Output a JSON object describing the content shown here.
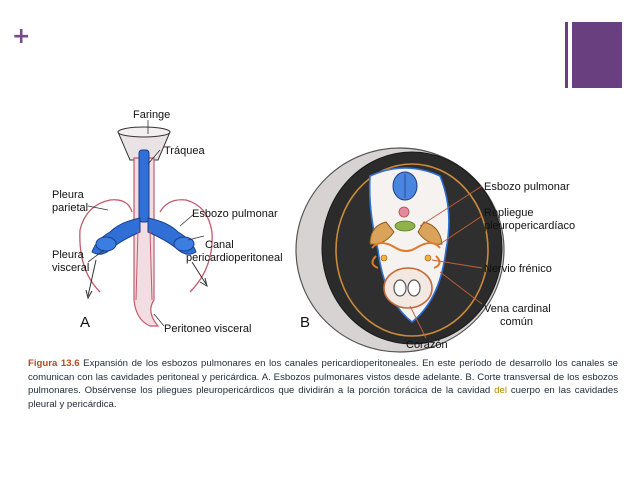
{
  "slide": {
    "plus_symbol": "+"
  },
  "labels": {
    "faringe": "Faringe",
    "traquea": "Tráquea",
    "pleura_parietal_1": "Pleura",
    "pleura_parietal_2": "parietal",
    "esbozo_pulmonar_a": "Esbozo pulmonar",
    "canal_1": "Canal",
    "canal_2": "pericardioperitoneal",
    "pleura_visceral_1": "Pleura",
    "pleura_visceral_2": "visceral",
    "peritoneo_visceral": "Peritoneo visceral",
    "panel_a": "A",
    "panel_b": "B",
    "esbozo_pulmonar_b": "Esbozo pulmonar",
    "repliegue_1": "Repliegue",
    "repliegue_2": "pleuropericardíaco",
    "nervio_frenico": "Nervio frénico",
    "vena_1": "Vena cardinal",
    "vena_2": "común",
    "corazon": "Corazón"
  },
  "caption": {
    "figure_label": "Figura 13.6",
    "text_1": " Expansión de los esbozos pulmonares en los canales pericardioperitoneales. En este período de desarrollo los canales se comunican con las cavidades peritoneal y pericárdica. A. Esbozos pulmonares vistos desde adelante. B. Corte transversal de los esbozos pulmonares. Obsérvense los pliegues pleuropericárdicos que dividirán a la porción torácica de la cavidad ",
    "highlight": "del",
    "text_2": " cuerpo en las cavidades pleural y pericárdica."
  },
  "colors": {
    "accent_purple": "#6a3f80",
    "lung_blue": "#2f6fd6",
    "caption_label": "#b34a1e",
    "highlight": "#b58a00"
  }
}
